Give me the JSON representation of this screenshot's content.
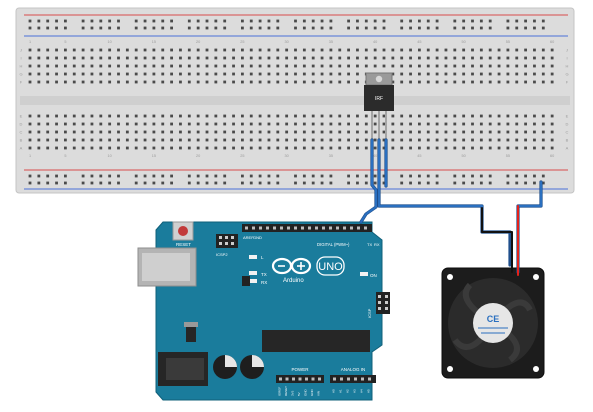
{
  "breadboard": {
    "rows_top": [
      "J",
      "I",
      "H",
      "G",
      "F"
    ],
    "rows_bottom": [
      "E",
      "D",
      "C",
      "B",
      "A"
    ],
    "col_numbers": [
      "1",
      "5",
      "10",
      "15",
      "20",
      "25",
      "30",
      "35",
      "40",
      "45",
      "50",
      "55",
      "60"
    ]
  },
  "mosfet": {
    "part_label": "IRF"
  },
  "arduino": {
    "reset_label": "RESET",
    "icsp2_label": "ICSP2",
    "icsp_label": "ICSP",
    "aref_label": "AREF",
    "gnd_label": "GND",
    "digital_label": "DIGITAL (PWM~)",
    "tx_pin_label": "TX",
    "rx_pin_label": "RX",
    "l_led_label": "L",
    "tx_led_label": "TX",
    "rx_led_label": "RX",
    "on_label": "ON",
    "brand": "Arduino",
    "model": "UNO",
    "power_label": "POWER",
    "analog_label": "ANALOG IN",
    "power_pins": [
      "IOREF",
      "RESET",
      "3V3",
      "5V",
      "GND",
      "GND",
      "VIN"
    ],
    "analog_pins": [
      "A0",
      "A1",
      "A2",
      "A3",
      "A4",
      "A5"
    ]
  },
  "fan": {
    "sticker_text": "CE"
  },
  "colors": {
    "board_blue": "#1a7c9c",
    "wire_blue": "#2a6fbf",
    "wire_black": "#111111",
    "wire_red": "#e3221b",
    "rail_red": "#d84b4b",
    "rail_blue": "#4a6fd8"
  }
}
